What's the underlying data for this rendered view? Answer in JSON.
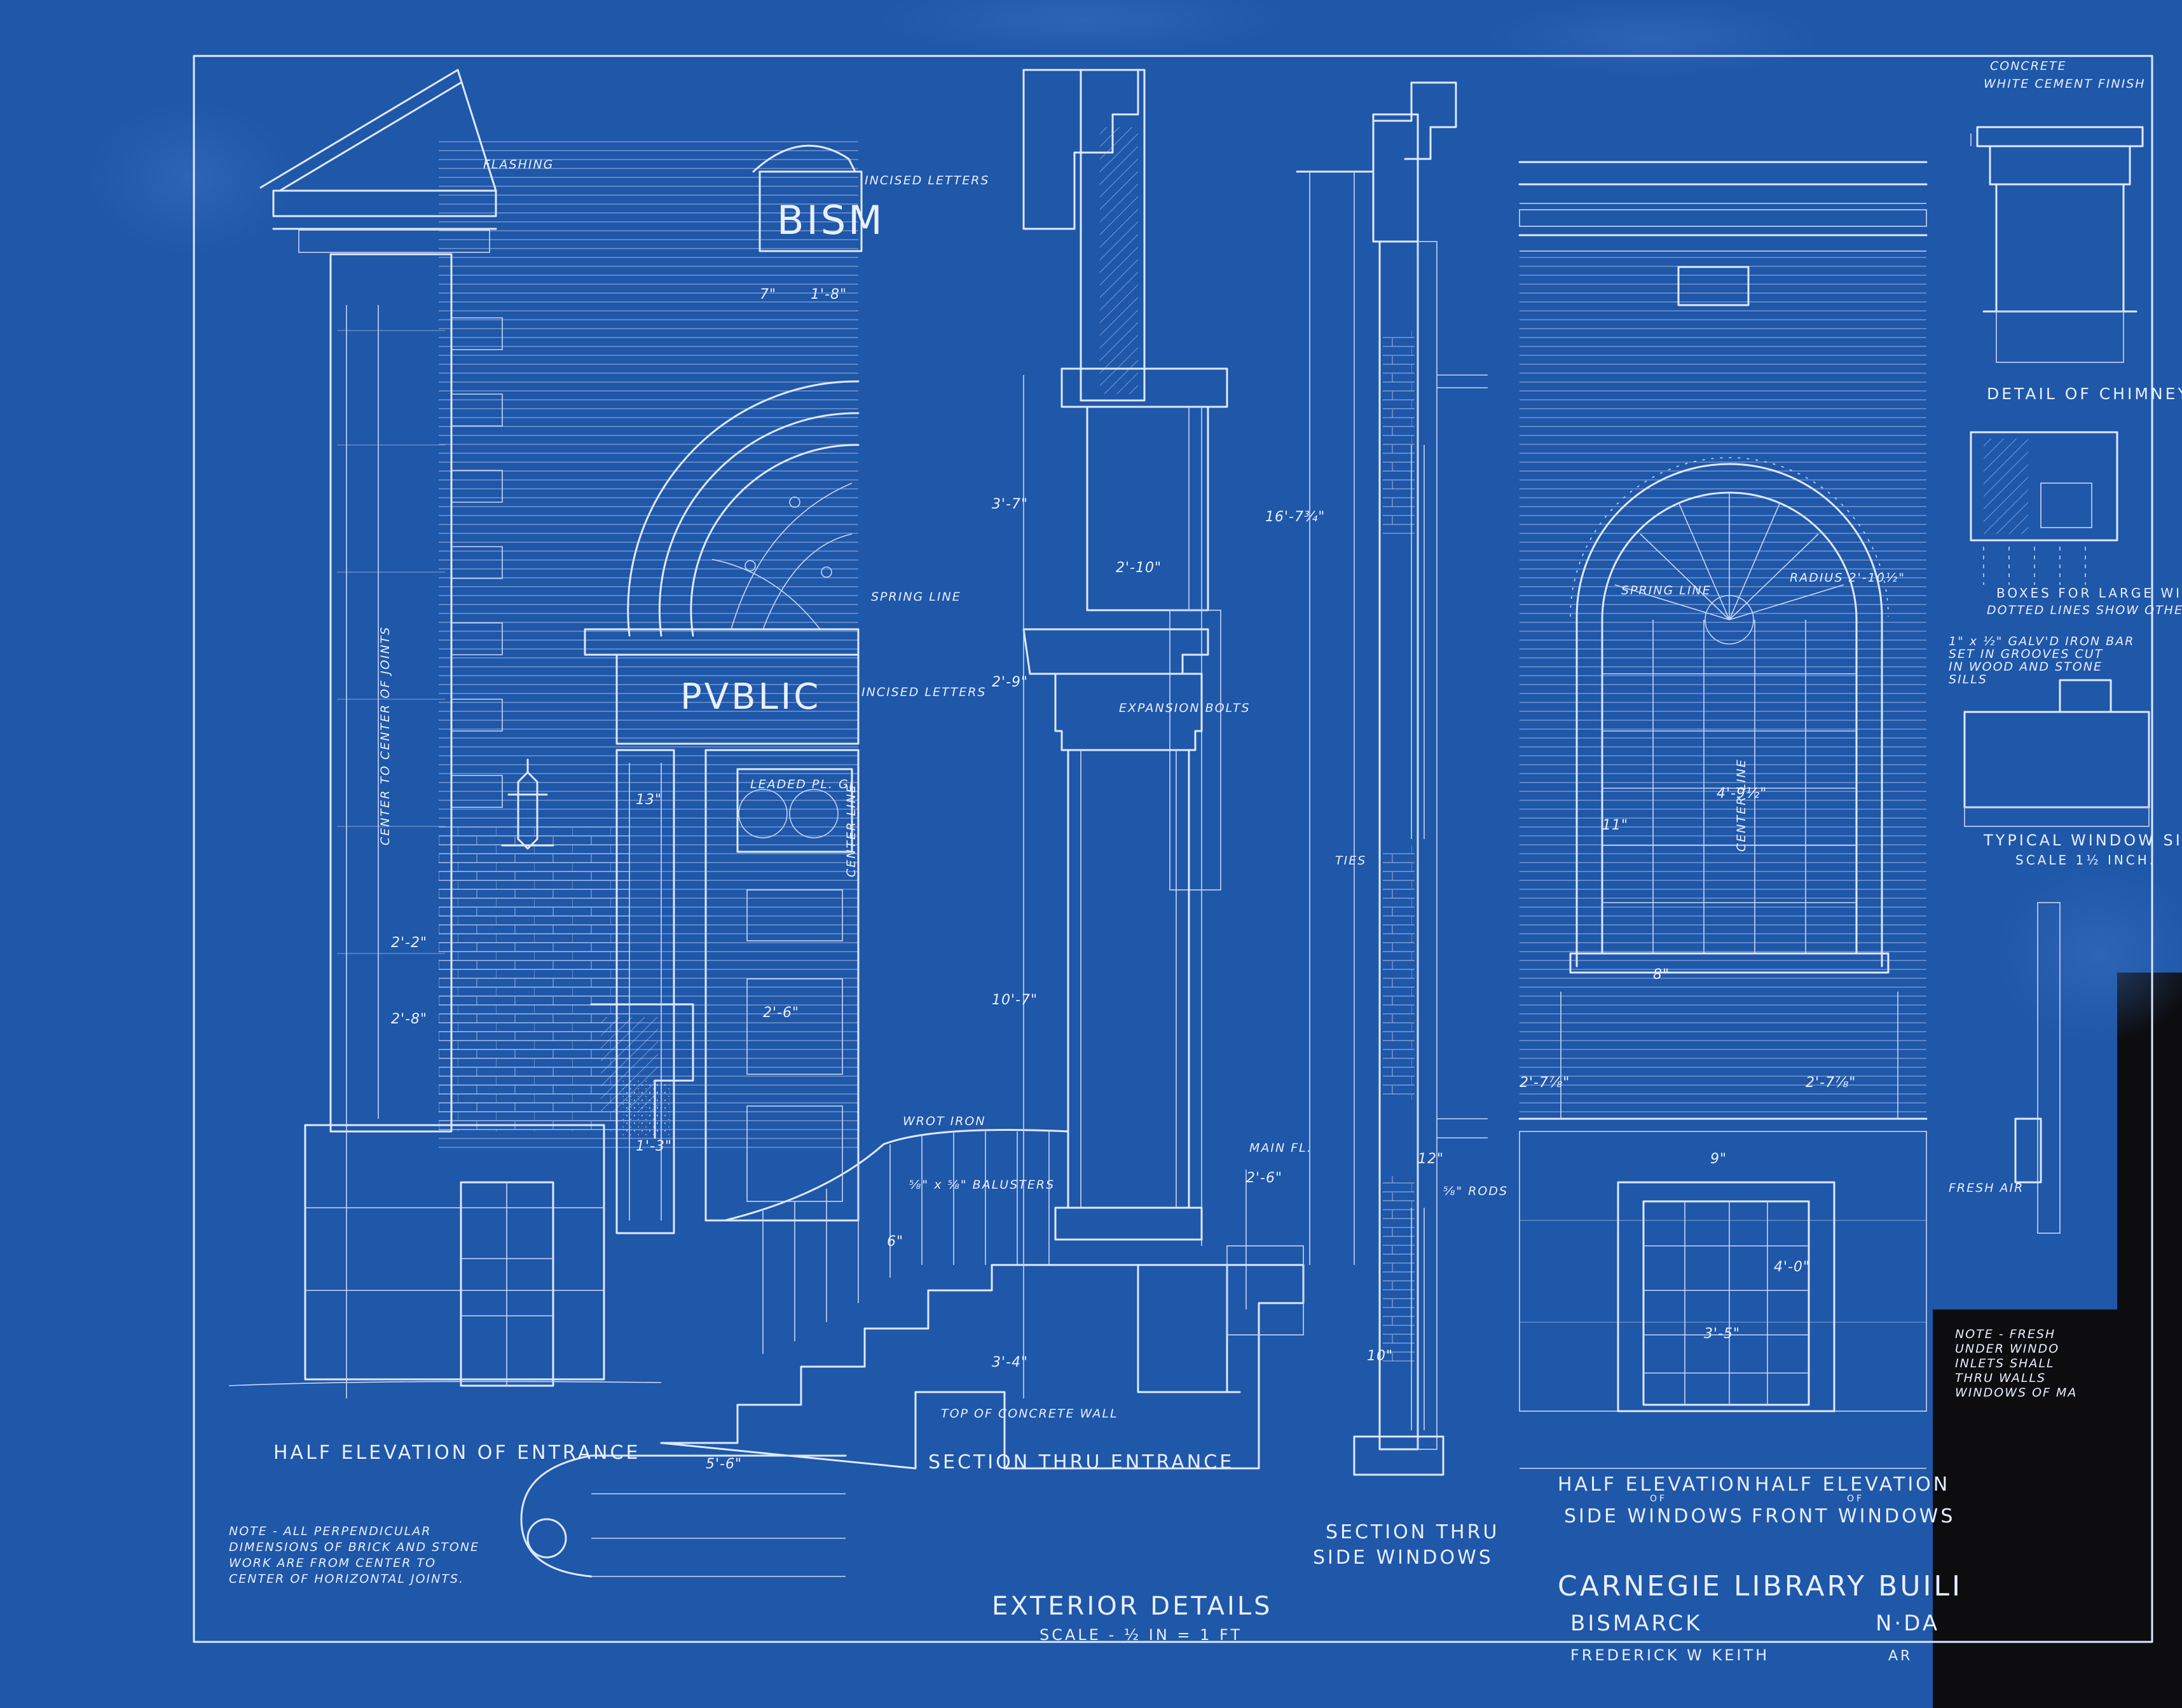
{
  "sheet": {
    "paper_color": "#1f57a9",
    "paper_dark": "#184a96",
    "line_color": "#dfe8ff",
    "background": "#0d0d10"
  },
  "title_block": {
    "title": "CARNEGIE LIBRARY BUILI",
    "city": "BISMARCK",
    "state": "N·DA",
    "architect": "FREDERICK W KEITH",
    "architect_trail": "AR"
  },
  "sheet_title": {
    "title": "EXTERIOR DETAILS",
    "scale": "SCALE - ½ IN = 1 FT"
  },
  "views": {
    "half_elev_entrance": "HALF ELEVATION OF ENTRANCE",
    "section_entrance": "SECTION THRU ENTRANCE",
    "section_side_l1": "SECTION THRU",
    "section_side_l2": "SIDE WINDOWS",
    "half_side_l1": "HALF ELEVATION",
    "half_side_of": "OF",
    "half_side_l2": "SIDE WINDOWS",
    "half_front_l1": "HALF ELEVATION",
    "half_front_of": "OF",
    "half_front_l2": "FRONT WINDOWS",
    "chimney": "DETAIL OF CHIMNEY",
    "boxes_l1": "BOXES FOR LARGE WINDS.",
    "boxes_l2": "DOTTED LINES SHOW OTHER BOXES",
    "sills_l1": "TYPICAL WINDOW SILLS",
    "sills_l2": "SCALE 1½ INCH."
  },
  "inscriptions": {
    "frieze": "BISM",
    "door_frieze": "PVBLIC"
  },
  "callouts": {
    "flashing": "FLASHING",
    "incised_1": "INCISED LETTERS",
    "incised_2": "INCISED LETTERS",
    "spring_line": "SPRING LINE",
    "center_line": "CENTER LINE",
    "leaded": "LEADED PL. GL.",
    "expansion": "EXPANSION BOLTS",
    "wrot_iron": "WROT IRON",
    "balusters": "⅝\" x ⅝\" BALUSTERS",
    "top_concrete": "TOP OF CONCRETE WALL",
    "main_fl": "MAIN FL.",
    "ties": "TIES",
    "rods": "⅝\" RODS",
    "concrete": "CONCRETE",
    "white_cement": "WHITE CEMENT FINISH",
    "fresh_air": "FRESH AIR",
    "iron_bar_l1": "1\" x ½\" GALV'D IRON BAR",
    "iron_bar_l2": "SET IN GROOVES CUT",
    "iron_bar_l3": "IN WOOD AND STONE",
    "iron_bar_l4": "SILLS",
    "center_joints": "CENTER TO CENTER OF JOINTS",
    "spring_line_2": "SPRING LINE",
    "center_line_2": "CENTER LINE",
    "radius": "RADIUS 2'-10½\""
  },
  "notes": {
    "left_l1": "NOTE - ALL PERPENDICULAR",
    "left_l2": "DIMENSIONS OF BRICK AND STONE",
    "left_l3": "WORK ARE FROM CENTER TO",
    "left_l4": "CENTER OF HORIZONTAL JOINTS.",
    "right_l1": "NOTE - FRESH",
    "right_l2": "UNDER WINDO",
    "right_l3": "INLETS SHALL",
    "right_l4": "THRU WALLS",
    "right_l5": "WINDOWS OF MA"
  },
  "dims": {
    "d_2_2": "2'-2\"",
    "d_2_8": "2'-8\"",
    "d_13": "13\"",
    "d_1_3": "1'-3\"",
    "d_5_6": "5'-6\"",
    "d_2_10": "2'-10\"",
    "d_3_7": "3'-7\"",
    "d_2_9": "2'-9\"",
    "d_10_7": "10'-7\"",
    "d_2_6": "2'-6\"",
    "d_3_4": "3'-4\"",
    "d_16_7": "16'-7¾\"",
    "d_4_9": "4'-9½\"",
    "d_9": "9\"",
    "d_4_0": "4'-0\"",
    "d_3_5": "3'-5\"",
    "d_1_8": "1'-8\"",
    "d_7": "7\"",
    "d_12": "12\"",
    "d_2_7": "2'-7⅞\"",
    "d_10": "10\"",
    "d_8": "8\"",
    "d_6": "6\"",
    "d_11": "11\""
  }
}
